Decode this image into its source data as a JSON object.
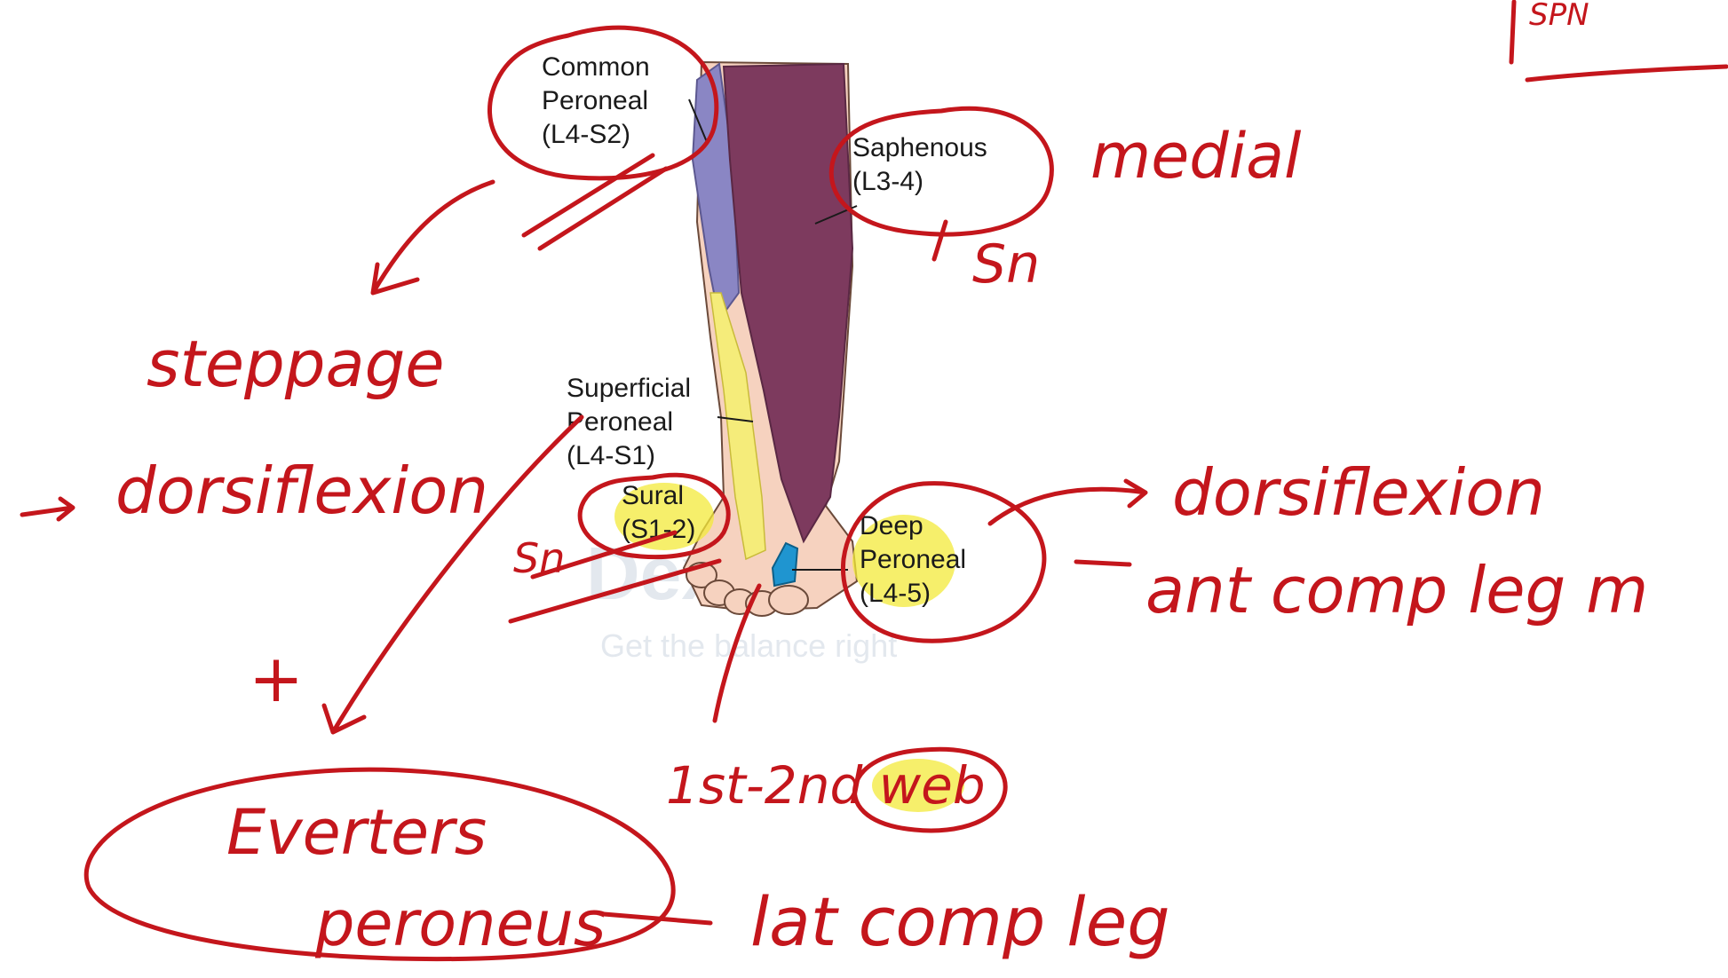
{
  "colors": {
    "ink": "#c4161c",
    "highlight": "#f3ea3a",
    "common_peroneal_zone": "#8a86c4",
    "saphenous_zone": "#7d3a5e",
    "skin": "#f6d2bf",
    "deep_peroneal_zone": "#1f95d0",
    "sural_zone": "#f5ec7a"
  },
  "diagram_labels": {
    "common_peroneal": [
      "Common",
      "Peroneal",
      "(L4-S2)"
    ],
    "saphenous": [
      "Saphenous",
      "(L3-4)"
    ],
    "superficial_peroneal": [
      "Superficial",
      "Peroneal",
      "(L4-S1)"
    ],
    "sural": [
      "Sural",
      "(S1-2)"
    ],
    "deep_peroneal": [
      "Deep",
      "Peroneal",
      "(L4-5)"
    ]
  },
  "watermark": {
    "logo": "Dexom",
    "tagline": "Get the balance right"
  },
  "annotations": {
    "spn_top": "SPN",
    "medial": "medial",
    "saphenous_abbr": "Sn",
    "steppage": "steppage",
    "dorsiflexion_left": "dorsiflexion",
    "sural_abbr": "Sn",
    "dorsiflexion_right": "dorsiflexion",
    "ant_comp": "ant comp leg m",
    "plus": "+",
    "web": "1st-2nd web",
    "everters": "Everters",
    "peroneus": "peroneus",
    "lat_comp": "lat comp leg"
  }
}
